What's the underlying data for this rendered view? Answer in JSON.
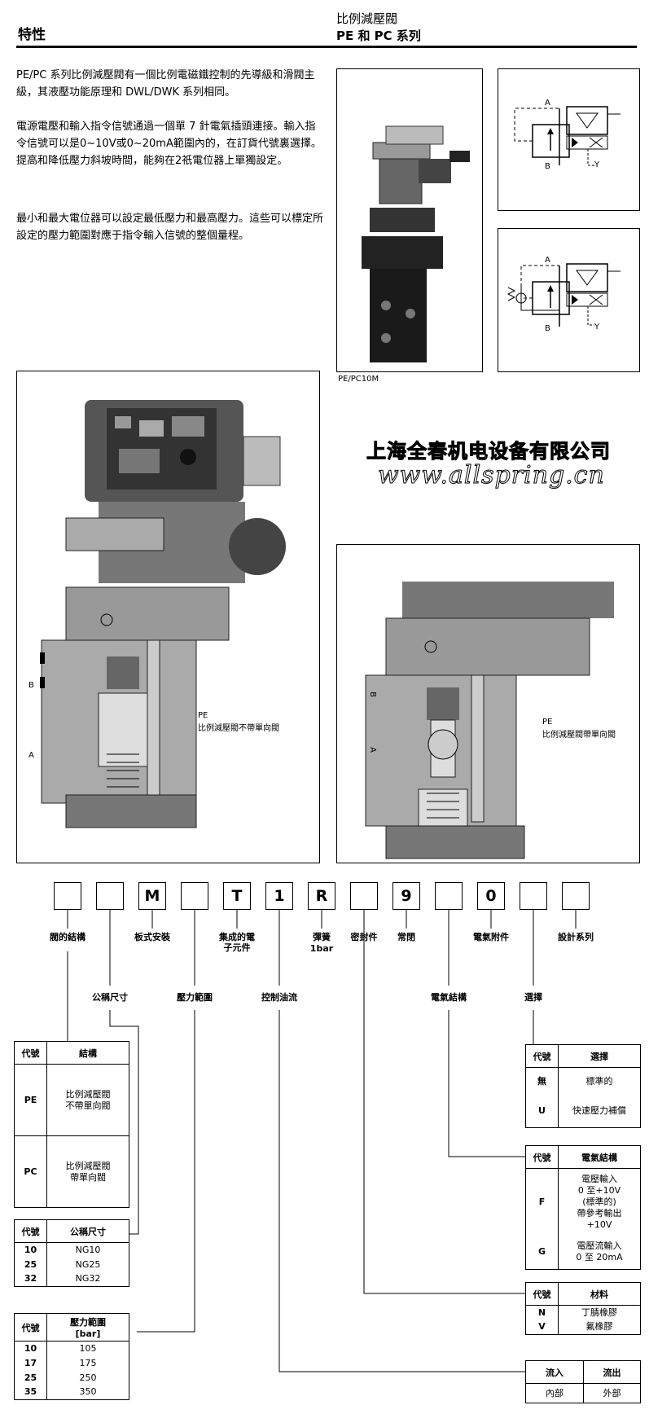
{
  "header": {
    "left_title": "特性",
    "right_line1": "比例減壓閥",
    "right_line2": "PE 和 PC 系列"
  },
  "intro": {
    "p1": "PE/PC 系列比例減壓閥有一個比例電磁鐵控制的先導級和滑閥主級，其液壓功能原理和 DWL/DWK 系列相同。",
    "p2": "電源電壓和輸入指令信號通過一個單 7 針電氣插頭連接。輸入指令信號可以是0~10V或0~20mA範圍內的，在訂貨代號裏選擇。提高和降低壓力斜坡時間，能夠在2祇電位器上單獨設定。",
    "p3": "最小和最大電位器可以設定最低壓力和最高壓力。這些可以標定所設定的壓力範圍對應于指令輸入信號的整個量程。"
  },
  "photo_caption": "PE/PC10M",
  "symbol_labels": {
    "a": "A",
    "b": "B",
    "y": "Y"
  },
  "watermark": {
    "company": "上海全春机电设备有限公司",
    "url": "www.allspring.cn"
  },
  "section_left": {
    "port_b": "B",
    "port_a": "A",
    "label1": "PE",
    "label2": "比例減壓閥不帶單向閥"
  },
  "section_right": {
    "port_b": "B",
    "port_a": "A",
    "label1": "PE",
    "label2": "比例減壓閥帶單向閥"
  },
  "code_boxes": [
    "",
    "",
    "M",
    "",
    "T",
    "1",
    "R",
    "",
    "9",
    "",
    "0",
    "",
    ""
  ],
  "code_labels": {
    "valve_structure": "閥的結構",
    "plate_mount": "板式安裝",
    "integrated_electronics": "集成的電子元件",
    "spring": "彈簧",
    "spring_value": "1bar",
    "seal": "密封件",
    "normally_closed": "常閉",
    "electrical_accessory": "電氣附件",
    "design_series": "設計系列",
    "nominal_size": "公稱尺寸",
    "pressure_range": "壓力範圍",
    "control_flow": "控制油流",
    "electrical_structure": "電氣結構",
    "option": "選擇"
  },
  "table_structure": {
    "headers": [
      "代號",
      "結構"
    ],
    "rows": [
      {
        "code": "PE",
        "text": "比例減壓閥\n不帶單向閥"
      },
      {
        "code": "PC",
        "text": "比例減壓閥\n帶單向閥"
      }
    ]
  },
  "table_size": {
    "headers": [
      "代號",
      "公稱尺寸"
    ],
    "rows": [
      {
        "code": "10",
        "text": "NG10"
      },
      {
        "code": "25",
        "text": "NG25"
      },
      {
        "code": "32",
        "text": "NG32"
      }
    ]
  },
  "table_pressure": {
    "headers": [
      "代號",
      "壓力範圍\n[bar]"
    ],
    "rows": [
      {
        "code": "10",
        "text": "105"
      },
      {
        "code": "17",
        "text": "175"
      },
      {
        "code": "25",
        "text": "250"
      },
      {
        "code": "35",
        "text": "350"
      }
    ]
  },
  "table_option": {
    "headers": [
      "代號",
      "選擇"
    ],
    "rows": [
      {
        "code": "無",
        "text": "標準的"
      },
      {
        "code": "U",
        "text": "快速壓力補償"
      }
    ]
  },
  "table_electrical": {
    "headers": [
      "代號",
      "電氣結構"
    ],
    "rows": [
      {
        "code": "F",
        "text": "電壓輸入\n0 至+10V\n(標準的)\n帶參考輸出\n+10V"
      },
      {
        "code": "G",
        "text": "電壓流輸入\n0 至 20mA"
      }
    ]
  },
  "table_material": {
    "headers": [
      "代號",
      "材料"
    ],
    "rows": [
      {
        "code": "N",
        "text": "丁腈橡膠"
      },
      {
        "code": "V",
        "text": "氟橡膠"
      }
    ]
  },
  "table_flow": {
    "headers": [
      "流入",
      "流出"
    ],
    "rows": [
      {
        "a": "內部",
        "b": "外部"
      }
    ]
  }
}
